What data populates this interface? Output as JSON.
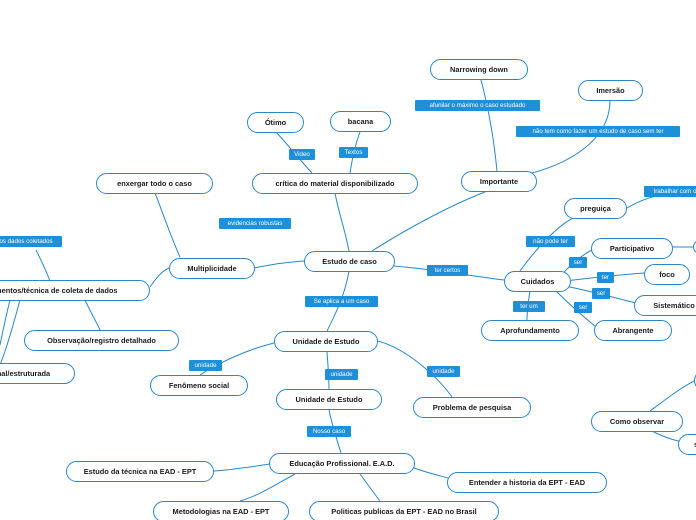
{
  "nodes": {
    "estudo_de_caso": "Estudo de caso",
    "critica": "crítica do material disponibilizado",
    "otimo": "Ótimo",
    "bacana": "bacana",
    "importante": "Importante",
    "narrowing": "Narrowing down",
    "imersao": "Imersão",
    "enxergar": "enxergar todo o caso",
    "multiplicidade": "Multiplicidade",
    "instrumentos": "Instrumentos/técnica de coleta de dados",
    "observacao": "Observação/registro detalhado",
    "estruturada": "formal/estruturada",
    "cuidados": "Cuidados",
    "preguica": "preguiça",
    "participativo": "Participativo",
    "foco": "foco",
    "sistematico": "Sistemático",
    "abrangente": "Abrangente",
    "aprofundamento": "Aprofundamento",
    "unidade_estudo": "Unidade de Estudo",
    "unidade_estudo_2": "Unidade de Estudo",
    "fenomeno": "Fenômeno social",
    "problema": "Problema de pesquisa",
    "educacao": "Educação Profissional. E.A.D.",
    "tecnica_ead": "Estudo da técnica na EAD - EPT",
    "historia": "Entender a historia da EPT - EAD",
    "metodologias": "Metodologias na EAD - EPT",
    "politicas": "Politicas publicas da EPT - EAD no Brasil",
    "como_observar": "Como observar",
    "partial_right": "s"
  },
  "labels": {
    "video": "Video",
    "textos": "Textos",
    "afunilar": "afunilar o máximo o caso estudado",
    "nao_tem": "não tem como fazer um estudo de caso sem ter",
    "evidencias": "evidencias robustas",
    "dados_coletados": "os dados coletados",
    "ter_certos": "ter certos",
    "nao_pode_ter": "não pode ter",
    "trabalhar": "trabalhar com o",
    "ser1": "ser",
    "ter": "ter",
    "ser2": "ser",
    "ser3": "ser",
    "ter_um": "ter um",
    "se_aplica": "Se aplica a um caso",
    "unidade1": "unidade",
    "unidade2": "unidade",
    "unidade3": "unidade",
    "nosso_caso": "Nosso caso"
  },
  "colors": {
    "node_border": "#2a86c8",
    "label_fill": "#1e8fd9",
    "edge": "#2a86c8"
  }
}
